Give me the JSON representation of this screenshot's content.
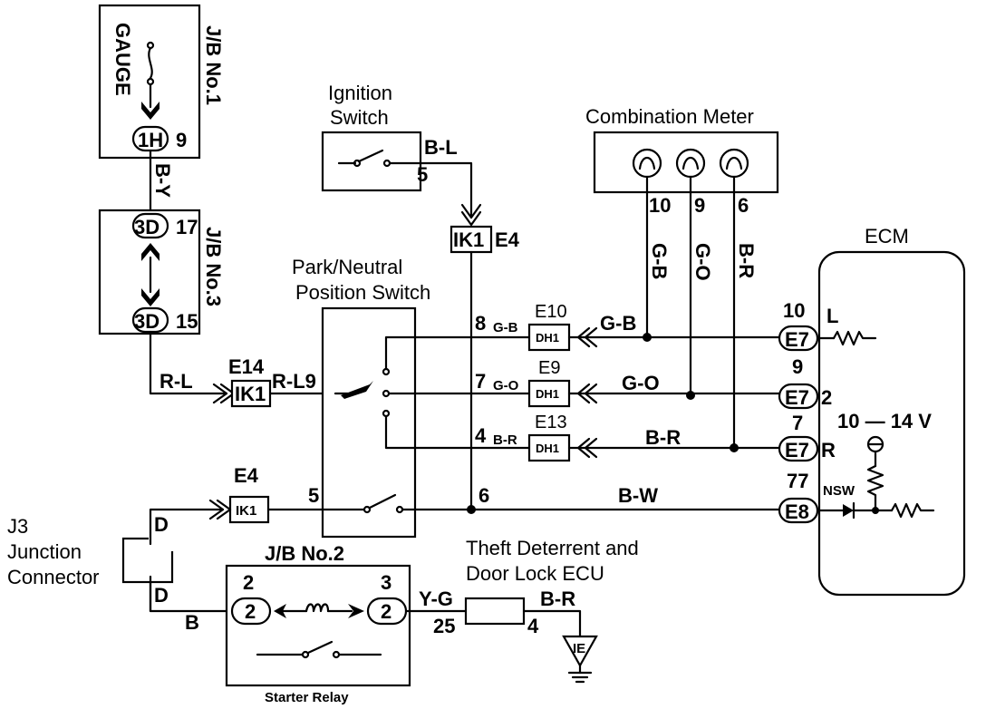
{
  "jb1": {
    "title": "J/B No.1",
    "fuse": "GAUGE",
    "conn": "1H",
    "pin": "9"
  },
  "jb3": {
    "title": "J/B No.3",
    "conn_top": "3D",
    "pin_top": "17",
    "conn_bot": "3D",
    "pin_bot": "15"
  },
  "ignition": {
    "title_line1": "Ignition",
    "title_line2": "Switch",
    "wire": "B-L",
    "pin": "5"
  },
  "combination_meter": {
    "title": "Combination Meter",
    "pins": [
      "10",
      "9",
      "6"
    ],
    "wires": [
      "G-B",
      "G-O",
      "B-R"
    ]
  },
  "ik1_e4_top": {
    "label": "IK1",
    "code": "E4"
  },
  "pnp_switch": {
    "title_line1": "Park/Neutral",
    "title_line2": "Position Switch",
    "pin9": "R-L9",
    "pin8": "8",
    "pin7": "7",
    "pin4": "4",
    "pin5": "5",
    "pin6": "6"
  },
  "connectors": [
    {
      "code": "E10",
      "label": "DH1",
      "wire": "G-B",
      "pin_wire": "G-B"
    },
    {
      "code": "E9",
      "label": "DH1",
      "wire": "G-O",
      "pin_wire": "G-O"
    },
    {
      "code": "E13",
      "label": "DH1",
      "wire": "B-R",
      "pin_wire": "B-R"
    }
  ],
  "e14": {
    "code": "E14",
    "label": "IK1",
    "wire": "R-L"
  },
  "e4_low": {
    "code": "E4",
    "label": "IK1"
  },
  "bw_wire": "B-W",
  "ecm": {
    "title": "ECM",
    "pins": [
      {
        "num": "10",
        "conn": "E7",
        "term": "L"
      },
      {
        "num": "9",
        "conn": "E7",
        "term": "2"
      },
      {
        "num": "7",
        "conn": "E7",
        "term": "R"
      },
      {
        "num": "77",
        "conn": "E8",
        "term": "NSW"
      }
    ],
    "voltage": "10 — 14 V"
  },
  "j3": {
    "line1": "J3",
    "line2": "Junction",
    "line3": "Connector",
    "pin_top": "D",
    "pin_bot": "D",
    "wire": "B"
  },
  "jb2": {
    "title": "J/B No.2",
    "pin_left": "2",
    "pin_right": "3",
    "conn_left": "2",
    "conn_right": "2",
    "relay": "Starter Relay"
  },
  "theft_ecu": {
    "line1": "Theft Deterrent and",
    "line2": "Door Lock ECU",
    "wire_in": "Y-G",
    "pin_in": "25",
    "wire_out": "B-R",
    "pin_out": "4",
    "ground": "IE"
  },
  "jb1_wire": "B-Y"
}
